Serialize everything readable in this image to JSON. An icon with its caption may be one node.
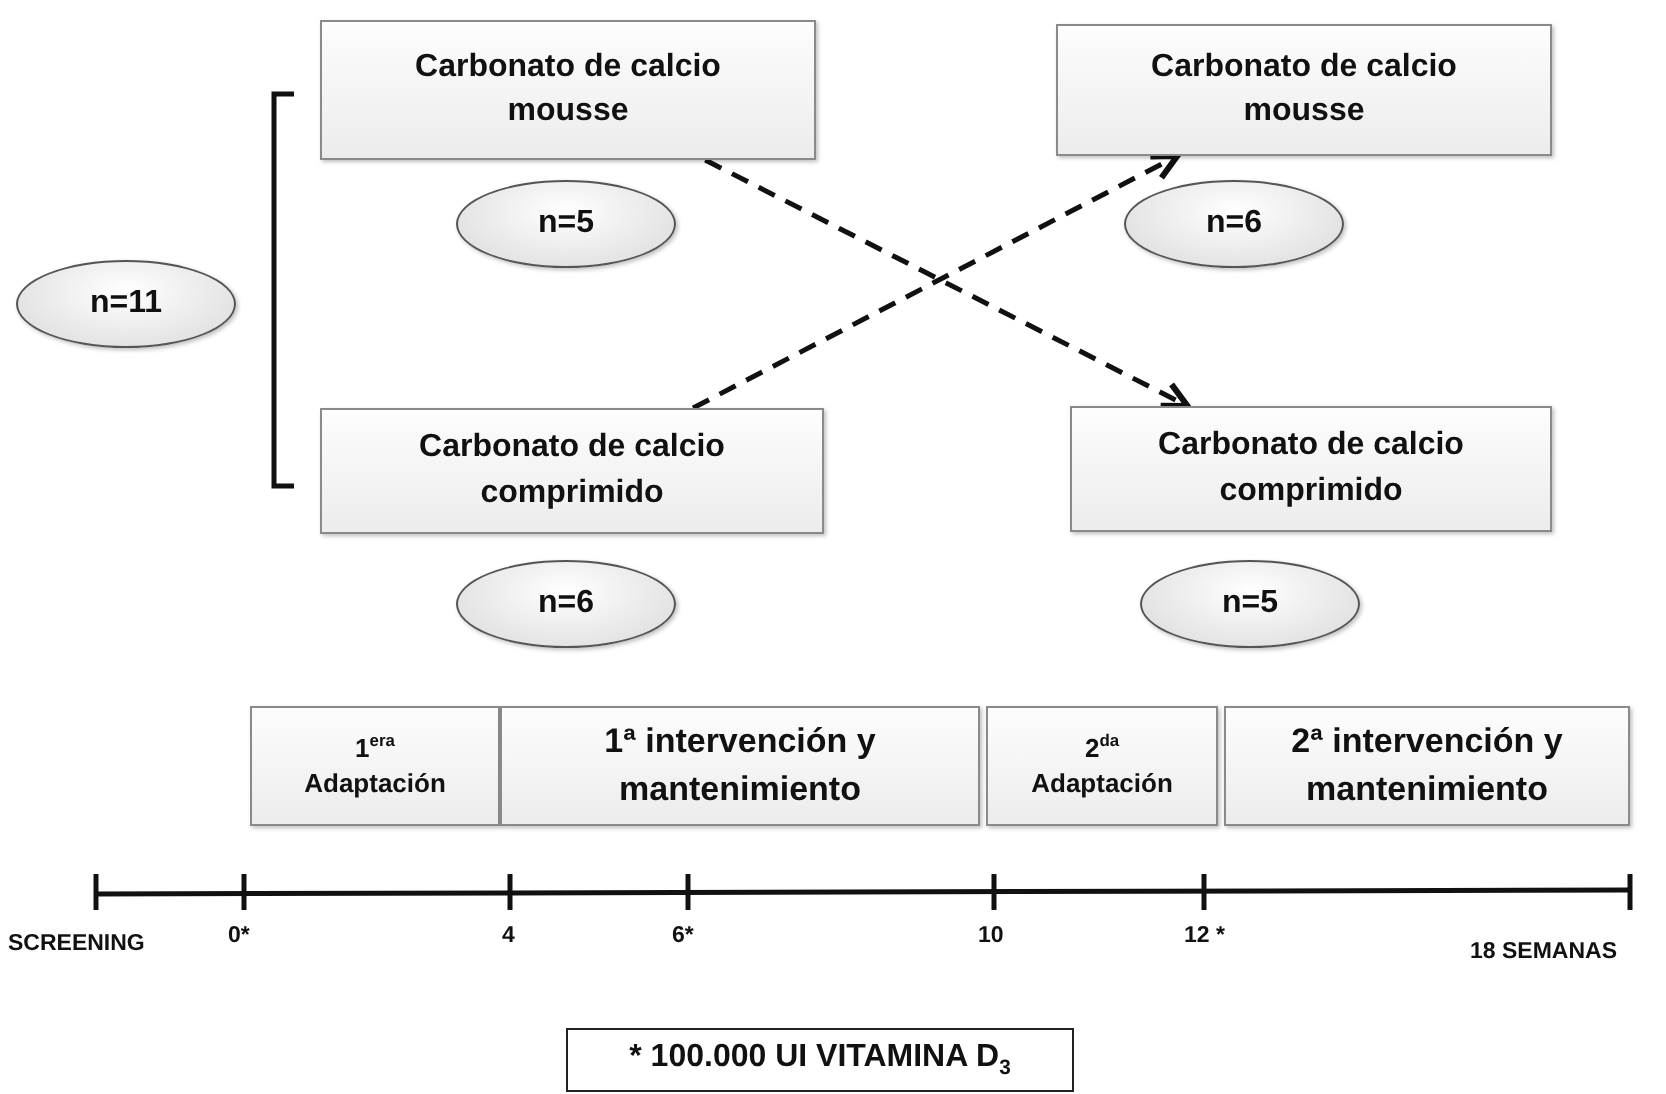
{
  "diagram": {
    "nodes": [
      {
        "text": [
          "n=11"
        ]
      },
      {
        "text": [
          "Carbonato de calcio mousse"
        ]
      },
      {
        "text": [
          "n=5"
        ]
      },
      {
        "text": [
          "Carbonato de calcio comprimido"
        ]
      },
      {
        "text": [
          "n=6"
        ]
      },
      {
        "text": [
          "Carbonato de calcio mousse"
        ]
      },
      {
        "text": [
          "n=6"
        ]
      },
      {
        "text": [
          "Carbonato de calcio comprimido"
        ]
      },
      {
        "text": [
          "n=5"
        ]
      },
      {
        "text": [
          "1$^{era}$ Adaptación"
        ]
      },
      {
        "text": [
          "1ª intervención y mantenimiento"
        ]
      },
      {
        "text": [
          "2$^{da}$ Adaptación"
        ]
      },
      {
        "text": [
          "2ª intervención y mantenimiento"
        ]
      },
      {
        "text": [
          "* 100.000 UI VITAMINA D$_{3}$"
        ]
      }
    ],
    "edges": [
      {
        "from": 1,
        "to": 7,
        "arrow": "to",
        "style": "dashed"
      },
      {
        "from": 3,
        "to": 5,
        "arrow": "to",
        "style": "dashed"
      }
    ],
    "labels": [
      "SCREENING",
      "0*",
      "4",
      "6*",
      "10",
      "12 *",
      "18 SEMANAS"
    ]
  }
}
